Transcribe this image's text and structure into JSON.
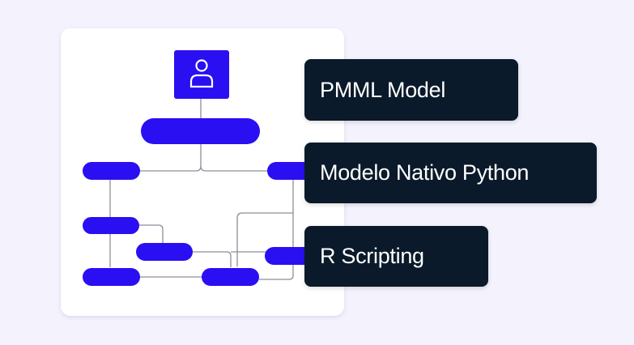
{
  "labels": {
    "pmml": "PMML Model",
    "python": "Modelo Nativo Python",
    "r": "R Scripting"
  },
  "colors": {
    "background": "#f4f3fd",
    "card": "#ffffff",
    "node": "#2a0ff2",
    "connector": "#8a8f99",
    "label_bg": "#0b1a2a",
    "label_text": "#ffffff"
  },
  "icons": {
    "root": "user-icon"
  }
}
